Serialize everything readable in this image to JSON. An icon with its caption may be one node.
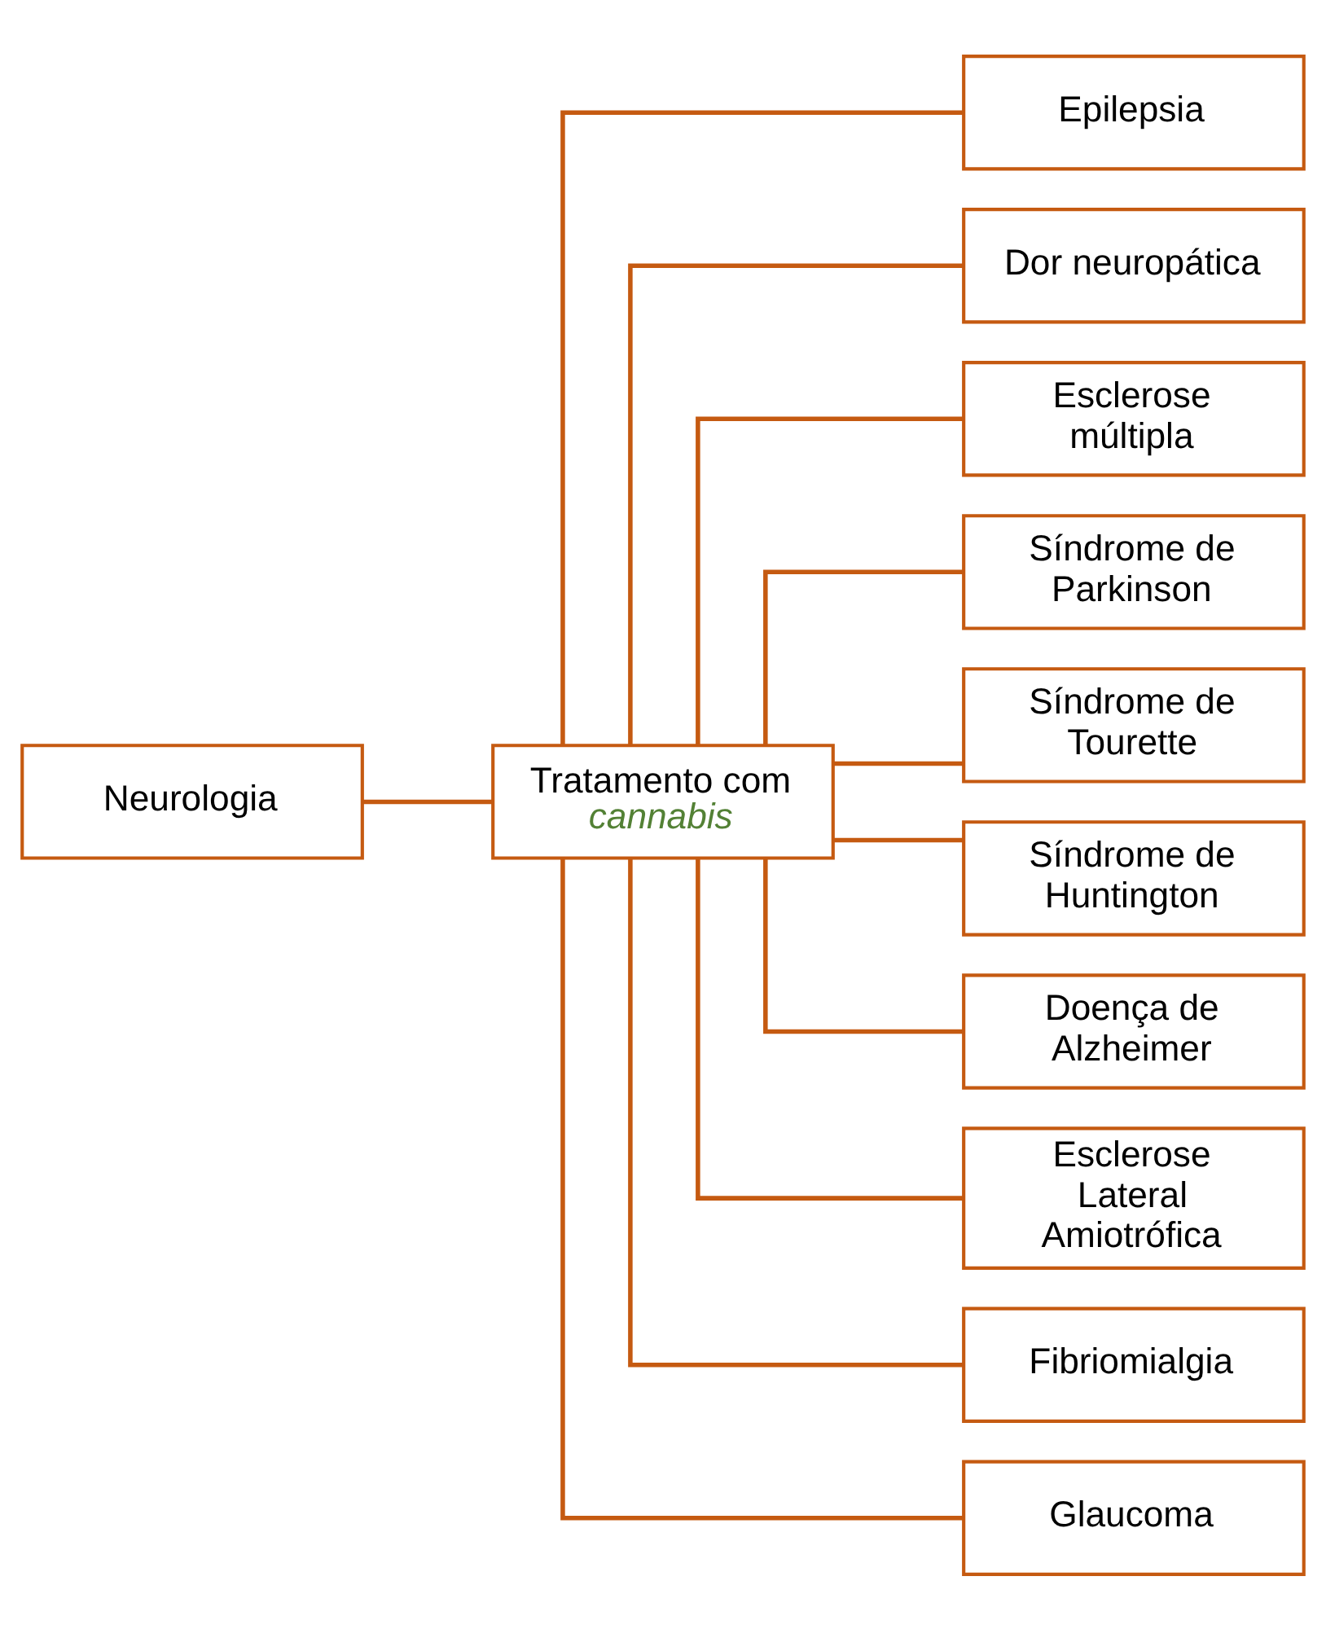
{
  "diagram": {
    "nodes": [
      {
        "text": [
          "Neurologia"
        ]
      },
      {
        "text": [
          "Tratamento com *cannabis*"
        ]
      },
      {
        "text": [
          "Epilepsia"
        ]
      },
      {
        "text": [
          "Dor neuropática"
        ]
      },
      {
        "text": [
          "Esclerose múltipla"
        ]
      },
      {
        "text": [
          "Síndrome de Parkinson"
        ]
      },
      {
        "text": [
          "Síndrome de Tourette"
        ]
      },
      {
        "text": [
          "Síndrome de Huntington"
        ]
      },
      {
        "text": [
          "Doença de Alzheimer"
        ]
      },
      {
        "text": [
          "Esclerose Lateral Amiotrófica"
        ]
      },
      {
        "text": [
          "Fibriomialgia"
        ]
      },
      {
        "text": [
          "Glaucoma"
        ]
      }
    ],
    "edges": [
      {
        "from": 0,
        "to": 1,
        "arrow": "none"
      },
      {
        "from": 1,
        "to": 2,
        "arrow": "none"
      },
      {
        "from": 1,
        "to": 3,
        "arrow": "none"
      },
      {
        "from": 1,
        "to": 4,
        "arrow": "none"
      },
      {
        "from": 1,
        "to": 5,
        "arrow": "none"
      },
      {
        "from": 1,
        "to": 6,
        "arrow": "none"
      },
      {
        "from": 1,
        "to": 7,
        "arrow": "none"
      },
      {
        "from": 1,
        "to": 8,
        "arrow": "none"
      },
      {
        "from": 1,
        "to": 9,
        "arrow": "none"
      },
      {
        "from": 1,
        "to": 10,
        "arrow": "none"
      },
      {
        "from": 1,
        "to": 11,
        "arrow": "none"
      }
    ]
  }
}
